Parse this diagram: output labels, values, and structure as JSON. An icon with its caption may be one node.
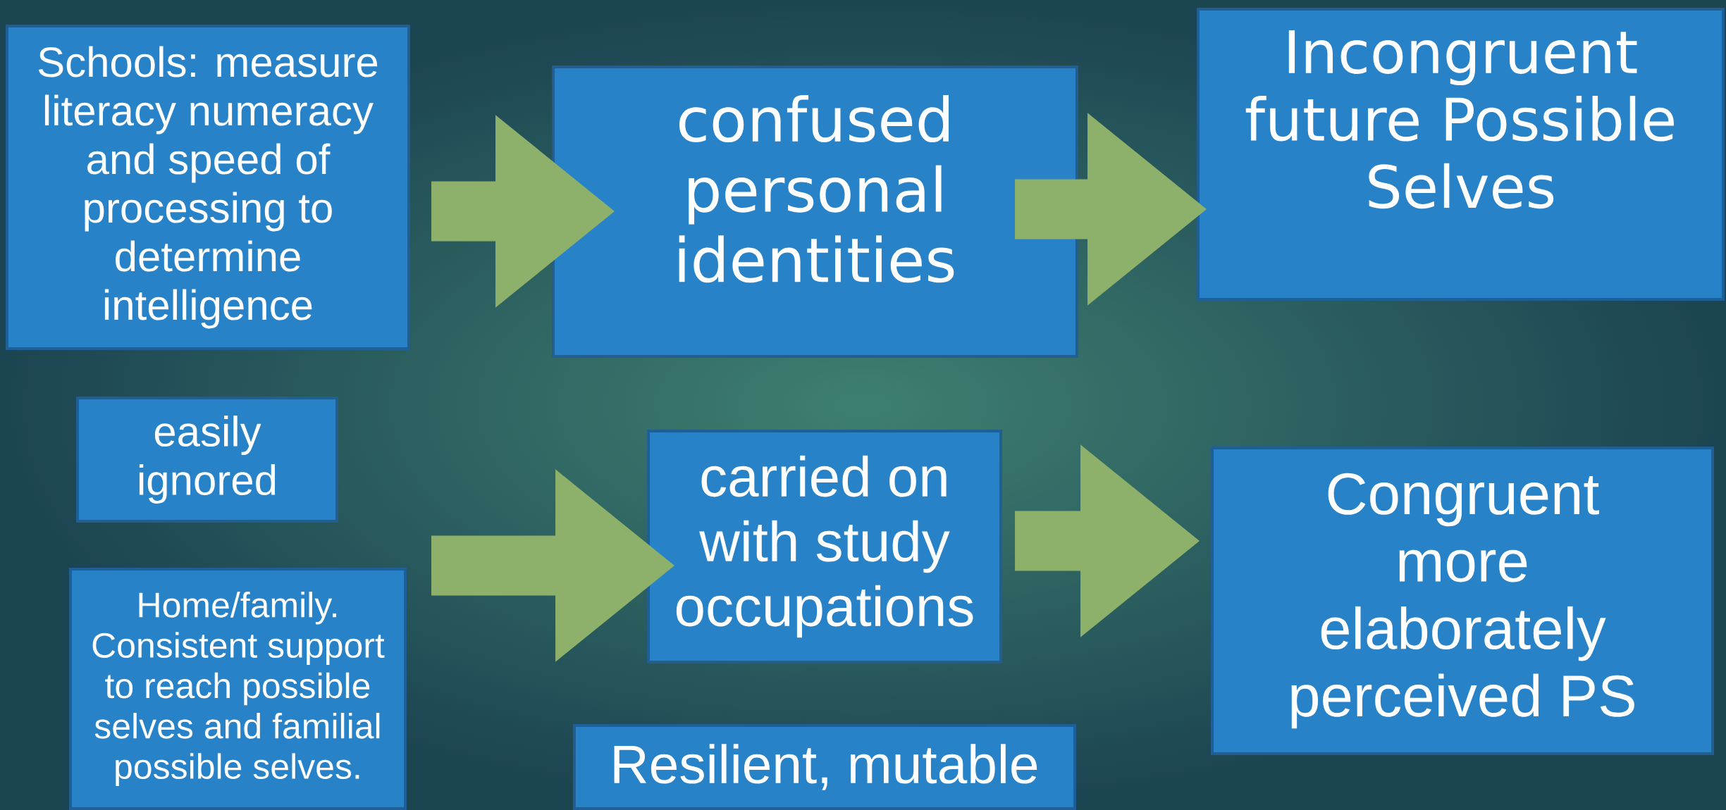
{
  "diagram": {
    "nodes": [
      {
        "text": [
          "Schools: measure literacy numeracy and speed of processing to determine intelligence"
        ]
      },
      {
        "text": [
          "confused personal identities"
        ]
      },
      {
        "text": [
          "Incongruent future Possible Selves"
        ]
      },
      {
        "text": [
          "easily ignored"
        ]
      },
      {
        "text": [
          "Home/family. Consistent support to reach possible selves and familial possible selves."
        ]
      },
      {
        "text": [
          "carried on with study occupations"
        ]
      },
      {
        "text": [
          "Congruent more elaborately perceived PS"
        ]
      },
      {
        "text": [
          "Resilient, mutable"
        ]
      }
    ],
    "edges": [
      {
        "from": 0,
        "to": 1,
        "arrow": "to"
      },
      {
        "from": 1,
        "to": 2,
        "arrow": "to"
      },
      {
        "from": null,
        "to": 5,
        "arrow": "to"
      },
      {
        "from": 5,
        "to": 6,
        "arrow": "to"
      }
    ]
  }
}
